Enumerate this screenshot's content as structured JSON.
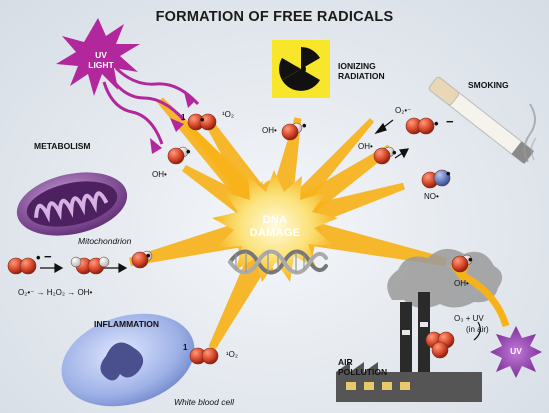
{
  "title": "FORMATION OF FREE RADICALS",
  "center": {
    "line1": "DNA",
    "line2": "DAMAGE"
  },
  "sources": {
    "uv_light": {
      "line1": "UV",
      "line2": "LIGHT"
    },
    "ionizing": {
      "line1": "IONIZING",
      "line2": "RADIATION"
    },
    "smoking": "SMOKING",
    "metabolism": "METABOLISM",
    "mitochondrion": "Mitochondrion",
    "inflammation": "INFLAMMATION",
    "white_blood_cell": "White blood cell",
    "air_pollution": {
      "line1": "AIR",
      "line2": "POLLUTION"
    },
    "uv_bubble": "UV"
  },
  "chem": {
    "singlet_top": "1",
    "singlet_top_o2": "¹O₂",
    "oh_uv": "OH•",
    "oh_ion": "OH•",
    "o2_smoke": "O₂•⁻",
    "oh_smoke": "OH•",
    "no_smoke": "NO•",
    "meta_chain": "O₂•⁻  →  H₂O₂  →  OH•",
    "singlet_bottom": "1",
    "singlet_bottom_o2": "¹O₂",
    "oh_air": "OH•",
    "ozone": "O₃  +  UV",
    "in_air": "(in air)",
    "dot": "•",
    "minus": "−"
  },
  "colors": {
    "arrow": "#f7b21a",
    "burst": "#fbe27a",
    "oxygen": "#d9482c",
    "hydrogen": "#f2f2f2",
    "nitrogen": "#5a78c2",
    "uv_star": "#b3279c",
    "radiation_bg": "#f7e62a",
    "mitochondrion": "#7a3f8f",
    "cell": "#8fa6dd",
    "uv_bubble": "#8c39a8"
  }
}
